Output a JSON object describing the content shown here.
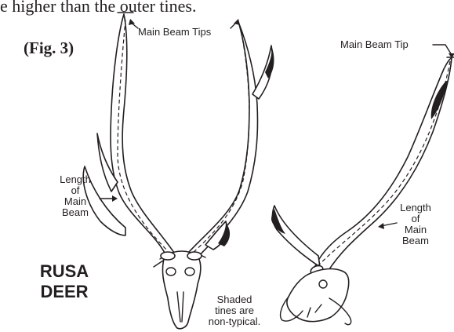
{
  "intro_fragment": "e higher than the outer tines.",
  "figure_label": "(Fig. 3)",
  "species": [
    "RUSA",
    "DEER"
  ],
  "labels": {
    "main_beam_tips": "Main Beam Tips",
    "main_beam_tip": "Main Beam Tip",
    "length_of_main_beam_left": [
      "Length",
      "of",
      "Main",
      "Beam"
    ],
    "length_of_main_beam_right": [
      "Length",
      "of",
      "Main",
      "Beam"
    ],
    "shaded_note": [
      "Shaded",
      "tines are",
      "non-typical."
    ]
  },
  "colors": {
    "ink": "#231f20",
    "paper": "#ffffff"
  }
}
